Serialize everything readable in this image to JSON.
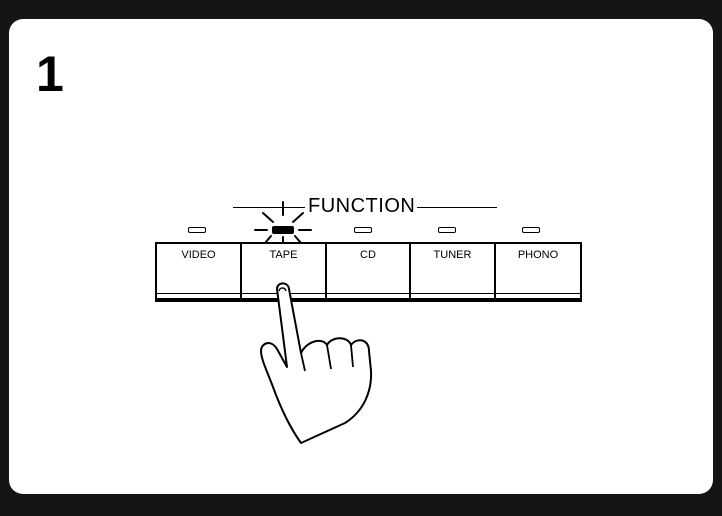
{
  "step": {
    "number": "1"
  },
  "function_panel": {
    "title": "FUNCTION",
    "active": "TAPE",
    "buttons": [
      {
        "label": "VIDEO"
      },
      {
        "label": "TAPE"
      },
      {
        "label": "CD"
      },
      {
        "label": "TUNER"
      },
      {
        "label": "PHONO"
      }
    ]
  },
  "icons": {
    "indicator": "led-indicator-icon",
    "hand": "pointing-hand-icon",
    "glow": "light-rays-icon"
  },
  "colors": {
    "ink": "#000000",
    "paper": "#ffffff",
    "border": "#151515"
  }
}
